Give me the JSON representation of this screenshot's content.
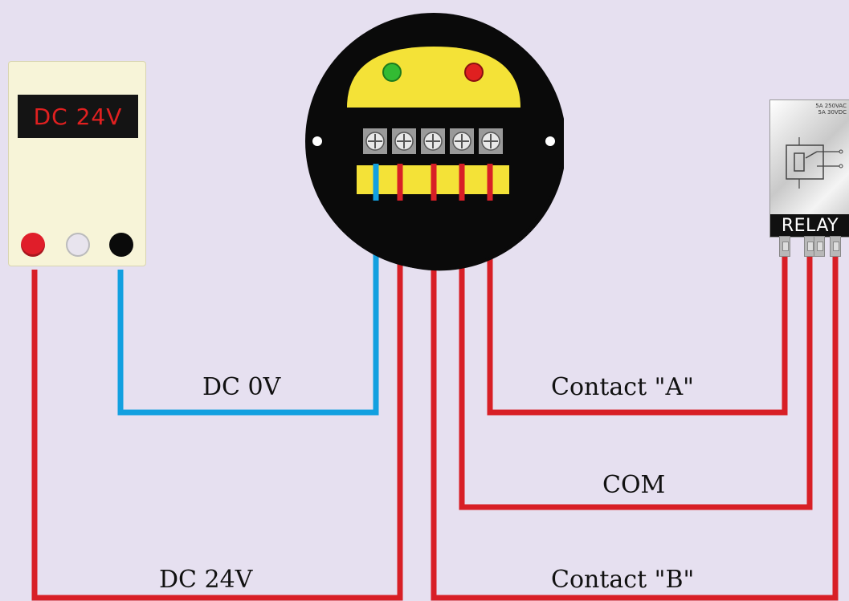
{
  "power_supply": {
    "display_text": "DC 24V",
    "terminals": [
      {
        "name": "positive",
        "color": "#e01e2a"
      },
      {
        "name": "ground",
        "color": "#e8e4ee"
      },
      {
        "name": "negative",
        "color": "#0a0a0a"
      }
    ]
  },
  "sensor": {
    "indicators": [
      {
        "name": "green-led",
        "color": "#33bb33"
      },
      {
        "name": "red-led",
        "color": "#e02020"
      }
    ],
    "terminal_count": 5
  },
  "relay": {
    "label": "RELAY",
    "rating_lines": [
      "5A 250VAC",
      "5A 30VDC"
    ],
    "pin_count": 4
  },
  "wires": [
    {
      "id": "dc-0v",
      "label": "DC 0V",
      "color": "#12a0e0"
    },
    {
      "id": "dc-24v",
      "label": "DC 24V",
      "color": "#d81f26"
    },
    {
      "id": "contact-a",
      "label": "Contact \"A\"",
      "color": "#d81f26"
    },
    {
      "id": "com",
      "label": "COM",
      "color": "#d81f26"
    },
    {
      "id": "contact-b",
      "label": "Contact \"B\"",
      "color": "#d81f26"
    }
  ]
}
